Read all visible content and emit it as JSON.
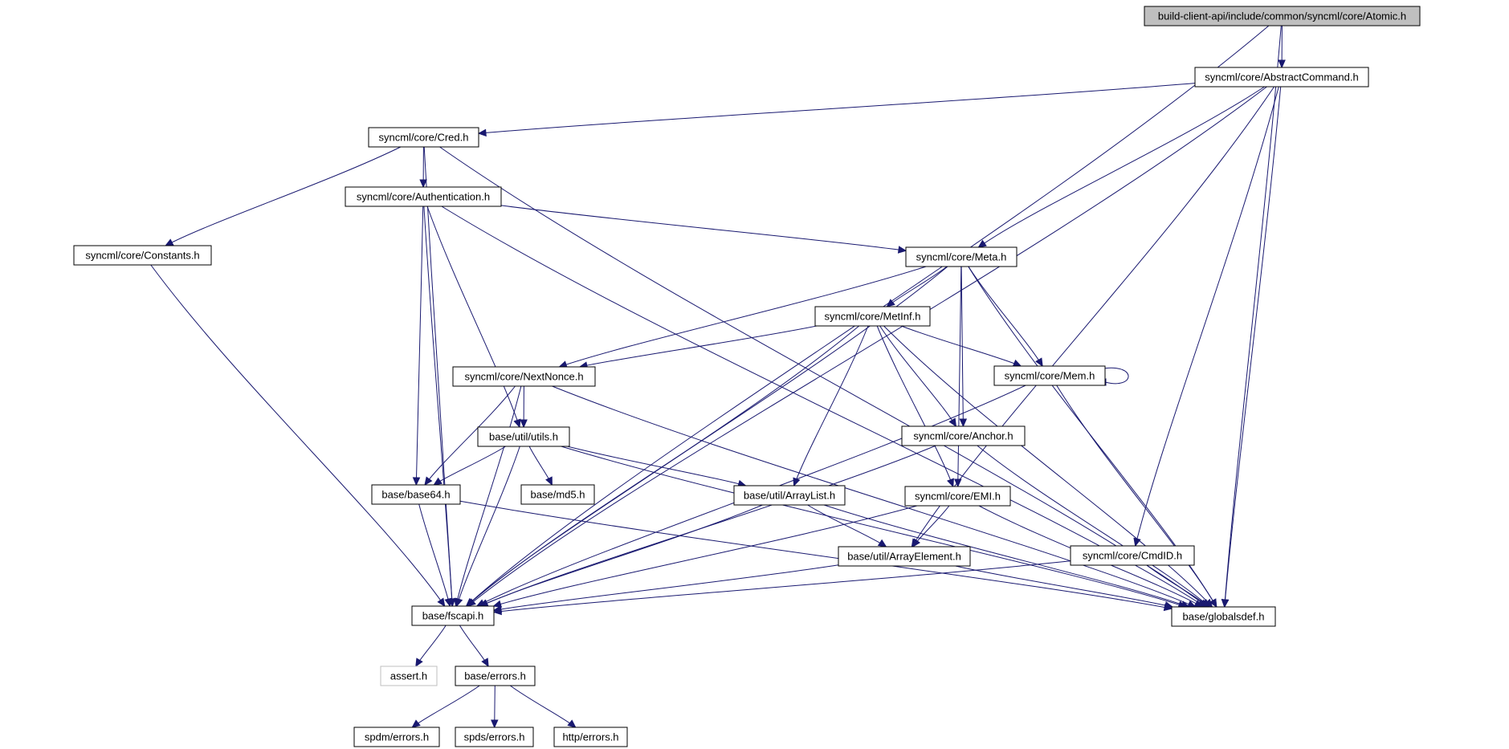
{
  "graph": {
    "nodes": [
      {
        "id": "atomic",
        "label": "build-client-api/include/common/syncml/core/Atomic.h",
        "root": true
      },
      {
        "id": "abstractcommand",
        "label": "syncml/core/AbstractCommand.h"
      },
      {
        "id": "cred",
        "label": "syncml/core/Cred.h"
      },
      {
        "id": "authentication",
        "label": "syncml/core/Authentication.h"
      },
      {
        "id": "constants",
        "label": "syncml/core/Constants.h"
      },
      {
        "id": "meta",
        "label": "syncml/core/Meta.h"
      },
      {
        "id": "metinf",
        "label": "syncml/core/MetInf.h"
      },
      {
        "id": "nextnonce",
        "label": "syncml/core/NextNonce.h"
      },
      {
        "id": "mem",
        "label": "syncml/core/Mem.h"
      },
      {
        "id": "utils",
        "label": "base/util/utils.h"
      },
      {
        "id": "anchor",
        "label": "syncml/core/Anchor.h"
      },
      {
        "id": "base64",
        "label": "base/base64.h"
      },
      {
        "id": "md5",
        "label": "base/md5.h"
      },
      {
        "id": "arraylist",
        "label": "base/util/ArrayList.h"
      },
      {
        "id": "emi",
        "label": "syncml/core/EMI.h"
      },
      {
        "id": "arrayelement",
        "label": "base/util/ArrayElement.h"
      },
      {
        "id": "cmdid",
        "label": "syncml/core/CmdID.h"
      },
      {
        "id": "fscapi",
        "label": "base/fscapi.h"
      },
      {
        "id": "globalsdef",
        "label": "base/globalsdef.h"
      },
      {
        "id": "assert",
        "label": "assert.h",
        "missing": true
      },
      {
        "id": "errors",
        "label": "base/errors.h"
      },
      {
        "id": "spdmerrors",
        "label": "spdm/errors.h"
      },
      {
        "id": "spdserrors",
        "label": "spds/errors.h"
      },
      {
        "id": "httperrors",
        "label": "http/errors.h"
      }
    ],
    "edges": [
      [
        "atomic",
        "abstractcommand"
      ],
      [
        "atomic",
        "fscapi"
      ],
      [
        "atomic",
        "globalsdef"
      ],
      [
        "abstractcommand",
        "cred"
      ],
      [
        "abstractcommand",
        "fscapi"
      ],
      [
        "abstractcommand",
        "meta"
      ],
      [
        "abstractcommand",
        "arrayelement"
      ],
      [
        "abstractcommand",
        "cmdid"
      ],
      [
        "abstractcommand",
        "globalsdef"
      ],
      [
        "cred",
        "constants"
      ],
      [
        "cred",
        "authentication"
      ],
      [
        "cred",
        "fscapi"
      ],
      [
        "cred",
        "globalsdef"
      ],
      [
        "authentication",
        "meta"
      ],
      [
        "authentication",
        "utils"
      ],
      [
        "authentication",
        "base64"
      ],
      [
        "authentication",
        "fscapi"
      ],
      [
        "authentication",
        "globalsdef"
      ],
      [
        "constants",
        "fscapi"
      ],
      [
        "meta",
        "metinf"
      ],
      [
        "meta",
        "nextnonce"
      ],
      [
        "meta",
        "mem"
      ],
      [
        "meta",
        "anchor"
      ],
      [
        "meta",
        "emi"
      ],
      [
        "meta",
        "fscapi"
      ],
      [
        "meta",
        "globalsdef"
      ],
      [
        "metinf",
        "nextnonce"
      ],
      [
        "metinf",
        "mem"
      ],
      [
        "metinf",
        "anchor"
      ],
      [
        "metinf",
        "arraylist"
      ],
      [
        "metinf",
        "emi"
      ],
      [
        "metinf",
        "fscapi"
      ],
      [
        "metinf",
        "globalsdef"
      ],
      [
        "mem",
        "mem"
      ],
      [
        "mem",
        "fscapi"
      ],
      [
        "mem",
        "globalsdef"
      ],
      [
        "nextnonce",
        "utils"
      ],
      [
        "nextnonce",
        "base64"
      ],
      [
        "nextnonce",
        "fscapi"
      ],
      [
        "nextnonce",
        "globalsdef"
      ],
      [
        "utils",
        "base64"
      ],
      [
        "utils",
        "md5"
      ],
      [
        "utils",
        "arraylist"
      ],
      [
        "utils",
        "fscapi"
      ],
      [
        "utils",
        "globalsdef"
      ],
      [
        "anchor",
        "fscapi"
      ],
      [
        "anchor",
        "globalsdef"
      ],
      [
        "base64",
        "fscapi"
      ],
      [
        "base64",
        "globalsdef"
      ],
      [
        "arraylist",
        "arrayelement"
      ],
      [
        "arraylist",
        "fscapi"
      ],
      [
        "arraylist",
        "globalsdef"
      ],
      [
        "emi",
        "arrayelement"
      ],
      [
        "emi",
        "fscapi"
      ],
      [
        "emi",
        "globalsdef"
      ],
      [
        "arrayelement",
        "fscapi"
      ],
      [
        "arrayelement",
        "globalsdef"
      ],
      [
        "cmdid",
        "fscapi"
      ],
      [
        "cmdid",
        "globalsdef"
      ],
      [
        "fscapi",
        "assert"
      ],
      [
        "fscapi",
        "errors"
      ],
      [
        "errors",
        "spdmerrors"
      ],
      [
        "errors",
        "spdserrors"
      ],
      [
        "errors",
        "httperrors"
      ]
    ]
  }
}
